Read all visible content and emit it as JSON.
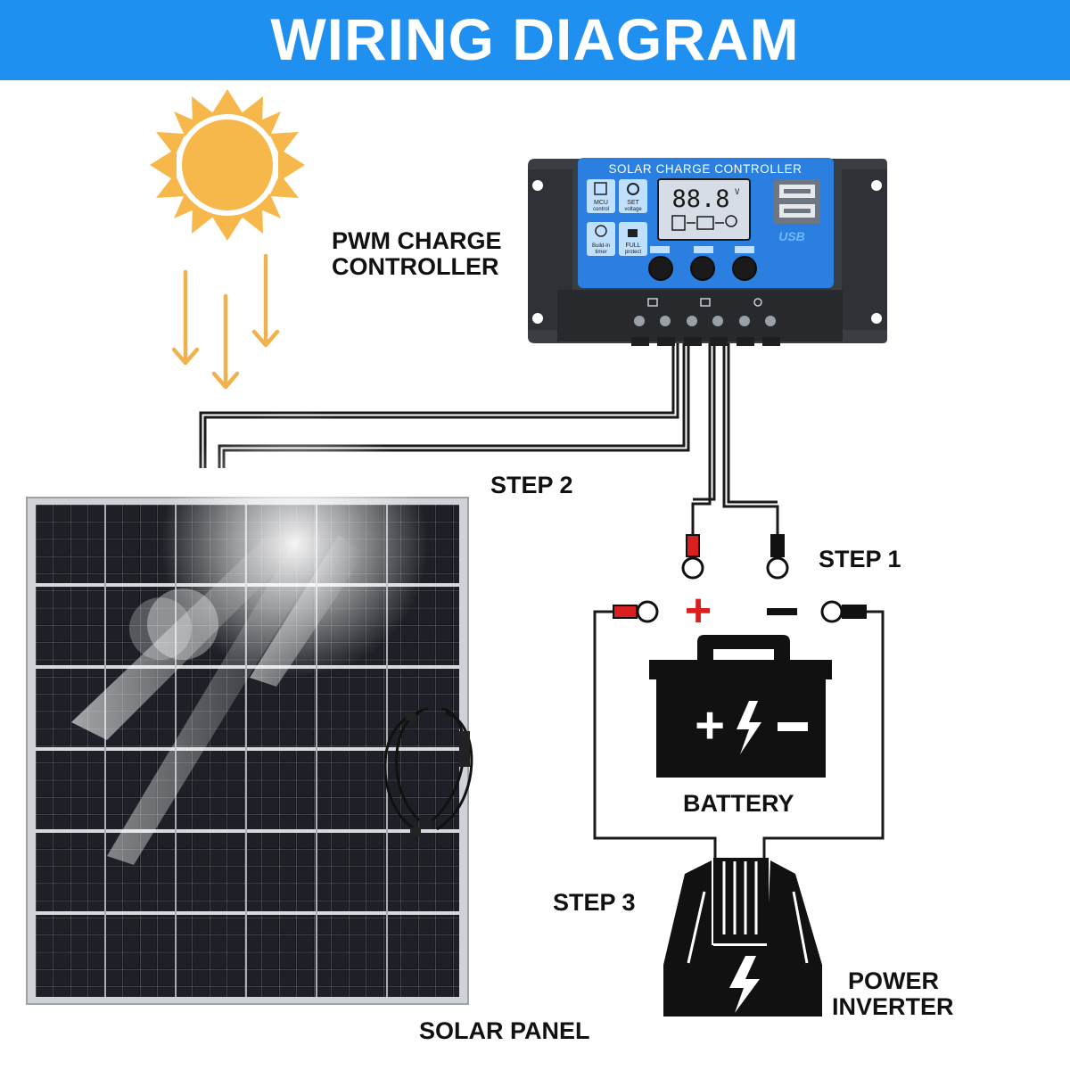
{
  "title": "WIRING DIAGRAM",
  "labels": {
    "pwm_line1": "PWM CHARGE",
    "pwm_line2": "CONTROLLER",
    "step1": "STEP 1",
    "step2": "STEP 2",
    "step3": "STEP 3",
    "battery": "BATTERY",
    "inverter_line1": "POWER",
    "inverter_line2": "INVERTER",
    "solar_panel": "SOLAR PANEL"
  },
  "controller": {
    "header": "SOLAR CHARGE CONTROLLER",
    "lcd_value": "88.8",
    "lcd_unit": "V",
    "usb_label": "USB",
    "buttons": [
      {
        "line1": "MCU",
        "line2": "control"
      },
      {
        "line1": "SET",
        "line2": "voltage"
      },
      {
        "line1": "Build-in",
        "line2": "timer"
      },
      {
        "line1": "FULL",
        "line2": "protect"
      }
    ]
  },
  "battery_symbols": {
    "plus": "+",
    "minus": "−"
  },
  "terminal_marks": {
    "plus": "+",
    "minus": "−"
  },
  "colors": {
    "banner": "#1f8ff0",
    "sun": "#f7b84b",
    "arrows": "#f0b24e",
    "controller_panel": "#2a7fe0",
    "positive_wire": "#d9201f",
    "panel_cells": "#151515"
  },
  "icons": [
    "sun-icon",
    "sunlight-arrow-icon",
    "battery-icon",
    "lightning-icon",
    "inverter-icon",
    "usb-port-icon"
  ]
}
